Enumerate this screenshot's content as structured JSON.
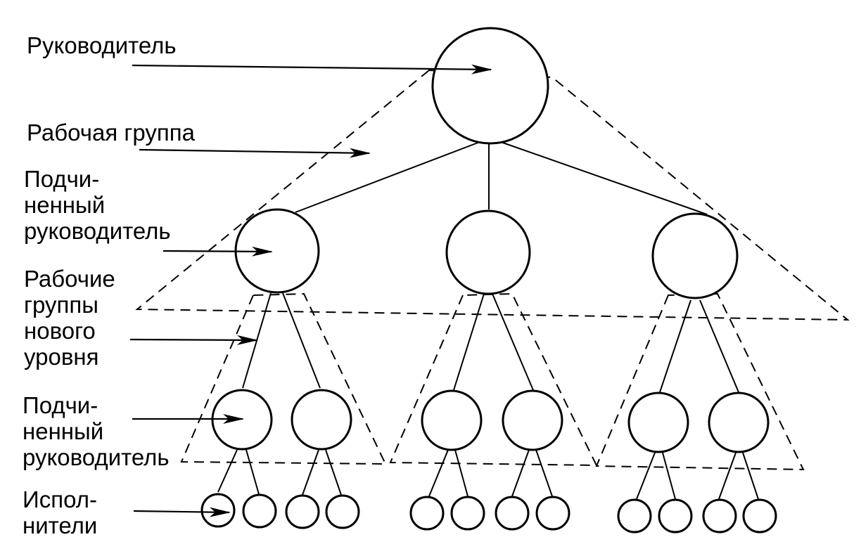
{
  "labels": {
    "manager": "Руководитель",
    "work_group": "Рабочая группа",
    "sub_manager_1": [
      "Подчи-",
      "ненный",
      "руководитель"
    ],
    "new_level_groups": [
      "Рабочие",
      "группы",
      "нового",
      "уровня"
    ],
    "sub_manager_2": [
      "Подчи-",
      "ненный",
      "руководитель"
    ],
    "executors": [
      "Испол-",
      "нители"
    ]
  },
  "colors": {
    "ink": "#000000",
    "background": "#ffffff"
  }
}
